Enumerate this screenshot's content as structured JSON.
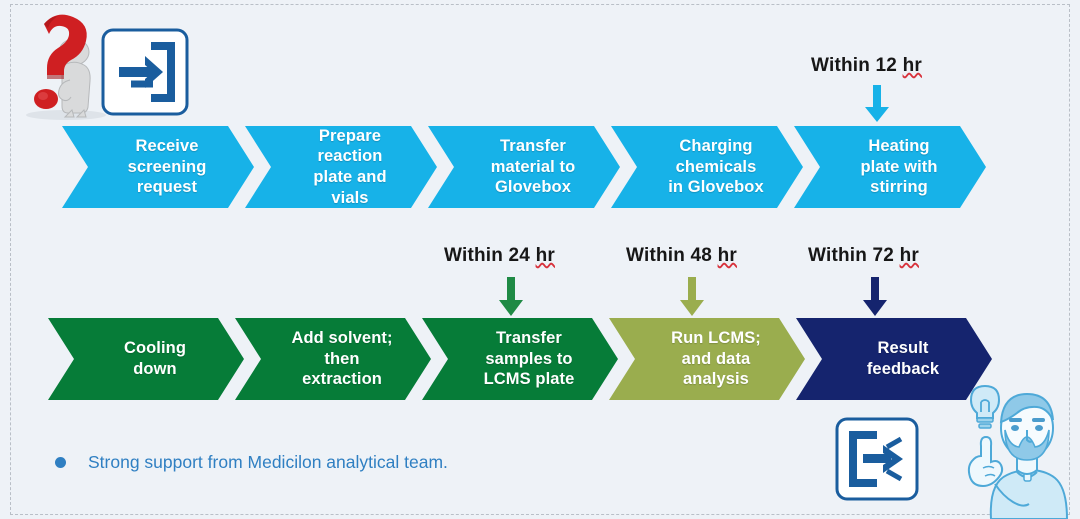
{
  "slide": {
    "background_color": "#eef2f7",
    "border_style": "dashed-gray"
  },
  "colors": {
    "cyan": "#17b2e8",
    "green": "#067c38",
    "olive": "#9aad4e",
    "navy": "#15246e",
    "label_text": "#171717",
    "bullet_blue": "#2f7fc2",
    "icon_blue": "#1a5d9e",
    "spellcheck_red": "#d8323c"
  },
  "top_row": {
    "color": "#17b2e8",
    "steps": [
      {
        "id": "receive-screening-request",
        "lines": [
          "Receive",
          "screening",
          "request"
        ]
      },
      {
        "id": "prepare-reaction-plate-and-vials",
        "lines": [
          "Prepare",
          "reaction",
          "plate and",
          "vials"
        ]
      },
      {
        "id": "transfer-material-to-glovebox",
        "lines": [
          "Transfer",
          "material to",
          "Glovebox"
        ]
      },
      {
        "id": "charging-chemicals-in-glovebox",
        "lines": [
          "Charging",
          "chemicals",
          "in Glovebox"
        ]
      },
      {
        "id": "heating-plate-with-stirring",
        "lines": [
          "Heating",
          "plate with",
          "stirring"
        ]
      }
    ]
  },
  "bottom_row": {
    "steps": [
      {
        "id": "cooling-down",
        "color": "#067c38",
        "lines": [
          "Cooling",
          "down"
        ]
      },
      {
        "id": "add-solvent-then-extraction",
        "color": "#067c38",
        "lines": [
          "Add solvent;",
          "then",
          "extraction"
        ]
      },
      {
        "id": "transfer-samples-to-lcms-plate",
        "color": "#067c38",
        "lines": [
          "Transfer",
          "samples to",
          "LCMS plate"
        ]
      },
      {
        "id": "run-lcms-and-data-analysis",
        "color": "#9aad4e",
        "lines": [
          "Run LCMS;",
          "and data",
          "analysis"
        ]
      },
      {
        "id": "result-feedback",
        "color": "#15246e",
        "lines": [
          "Result",
          "feedback"
        ]
      }
    ]
  },
  "time_labels": [
    {
      "id": "within-12-hr",
      "prefix": "Within 12 ",
      "unit": "hr",
      "arrow_color": "#17b2e8"
    },
    {
      "id": "within-24-hr",
      "prefix": "Within 24 ",
      "unit": "hr",
      "arrow_color": "#1f8a45"
    },
    {
      "id": "within-48-hr",
      "prefix": "Within 48 ",
      "unit": "hr",
      "arrow_color": "#9aad4e"
    },
    {
      "id": "within-72-hr",
      "prefix": "Within 72 ",
      "unit": "hr",
      "arrow_color": "#15246e"
    }
  ],
  "footer": {
    "bullet_text": "Strong support from Medicilon analytical team."
  },
  "icons": {
    "question_figure": "question-mark-thinking-figure-icon",
    "login_box": "login-enter-arrow-icon",
    "logout_box": "logout-exit-arrow-icon",
    "scientist": "scientist-with-idea-lightbulb-icon"
  }
}
